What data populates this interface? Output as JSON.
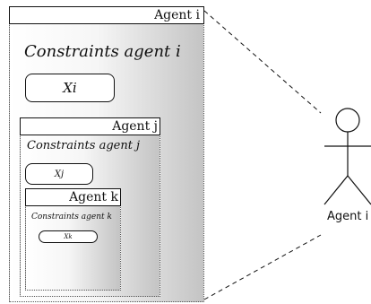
{
  "agent_i": {
    "header": "Agent i",
    "constraints_label": "Constraints agent i",
    "variable": "Xi"
  },
  "agent_j": {
    "header": "Agent j",
    "constraints_label": "Constraints agent j",
    "variable": "Xj"
  },
  "agent_k": {
    "header": "Agent k",
    "constraints_label": "Constraints agent k",
    "variable": "Xk"
  },
  "actor": {
    "label": "Agent i"
  }
}
